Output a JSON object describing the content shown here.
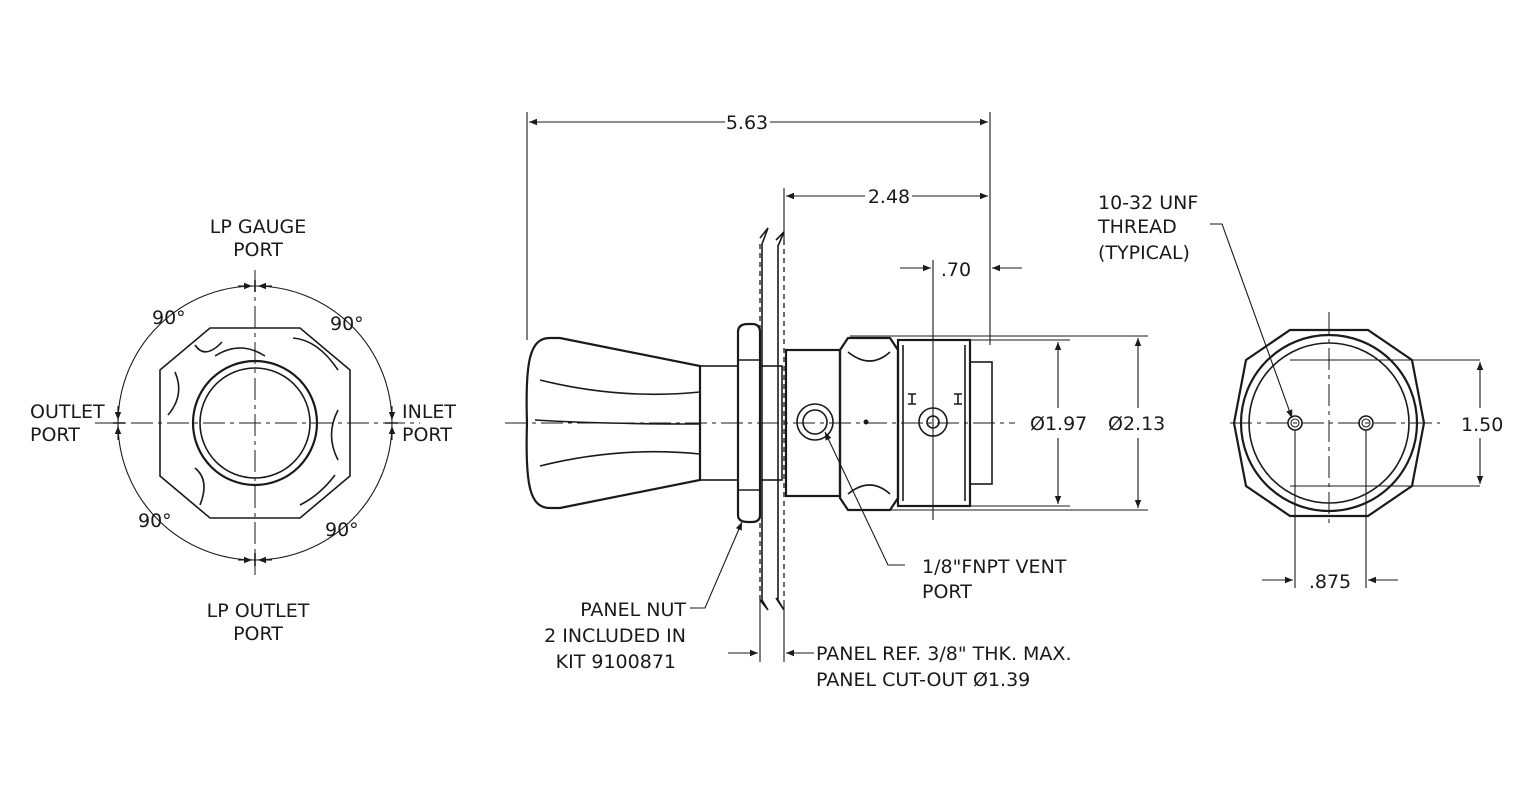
{
  "front_view": {
    "top_port": [
      "LP GAUGE",
      "PORT"
    ],
    "bottom_port": [
      "LP OUTLET",
      "PORT"
    ],
    "left_port": [
      "OUTLET",
      "PORT"
    ],
    "right_port": [
      "INLET",
      "PORT"
    ],
    "angle_tl": "90°",
    "angle_tr": "90°",
    "angle_bl": "90°",
    "angle_br": "90°"
  },
  "side_view": {
    "overall_length": "5.63",
    "body_length": "2.48",
    "bonnet_offset": ".70",
    "bonnet_diameter": "Ø1.97",
    "body_diameter": "Ø2.13",
    "vent_port": [
      "1/8\"FNPT VENT",
      "PORT"
    ],
    "panel_nut": [
      "PANEL NUT",
      "2 INCLUDED IN",
      "KIT 9100871"
    ],
    "panel_ref": [
      "PANEL REF. 3/8\" THK. MAX.",
      "PANEL CUT-OUT  Ø1.39"
    ]
  },
  "rear_view": {
    "thread_note": [
      "10-32 UNF",
      "THREAD",
      "(TYPICAL)"
    ],
    "hole_spacing": ".875",
    "height": "1.50"
  }
}
